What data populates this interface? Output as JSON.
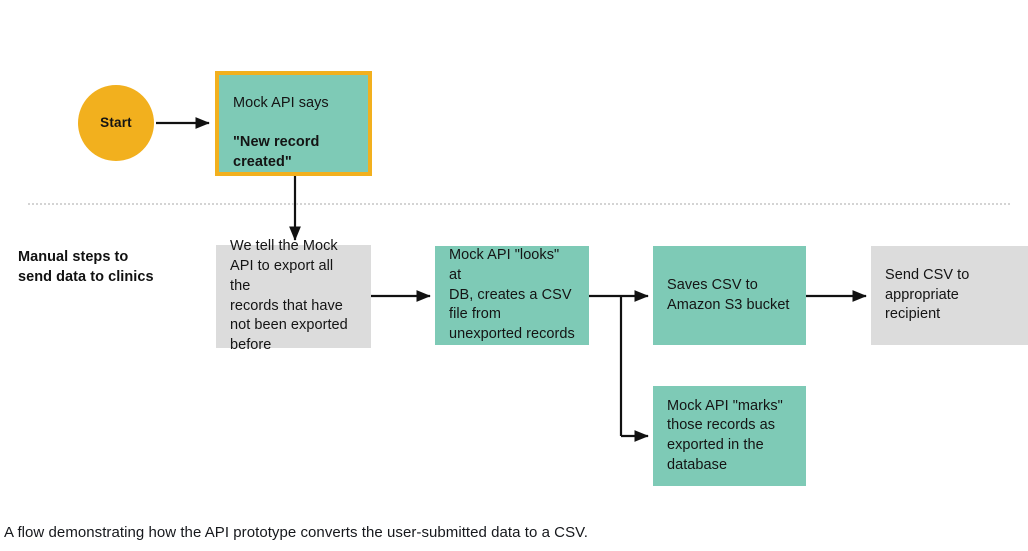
{
  "diagram": {
    "title_caption": "A flow demonstrating how the API prototype converts the user-submitted data to a CSV.",
    "section_label": "Manual steps to\nsend data to clinics",
    "colors": {
      "teal": "#7ecab6",
      "gray": "#dcdcdc",
      "orange": "#f2b01e",
      "arrow": "#111111",
      "divider": "#d4d4d4",
      "text": "#141414"
    },
    "nodes": {
      "start": {
        "label": "Start",
        "shape": "circle",
        "fill": "#f2b01e"
      },
      "mock_api_says": {
        "line1": "Mock API says",
        "line2": "\"New record\ncreated\"",
        "shape": "rect",
        "fill": "#7ecab6",
        "border": "#f2b01e"
      },
      "export_request": {
        "label": "We tell the Mock\nAPI to export all the\nrecords that have\nnot been exported\nbefore",
        "shape": "rect",
        "fill": "#dcdcdc"
      },
      "create_csv": {
        "label": "Mock API \"looks\" at\nDB, creates a CSV\nfile from\nunexported records",
        "shape": "rect",
        "fill": "#7ecab6"
      },
      "save_s3": {
        "label": "Saves CSV to\nAmazon S3 bucket",
        "shape": "rect",
        "fill": "#7ecab6"
      },
      "send_csv": {
        "label": "Send CSV to\nappropriate\nrecipient",
        "shape": "rect",
        "fill": "#dcdcdc"
      },
      "mark_exported": {
        "label": "Mock API \"marks\"\nthose records as\nexported in the\ndatabase",
        "shape": "rect",
        "fill": "#7ecab6"
      }
    }
  }
}
